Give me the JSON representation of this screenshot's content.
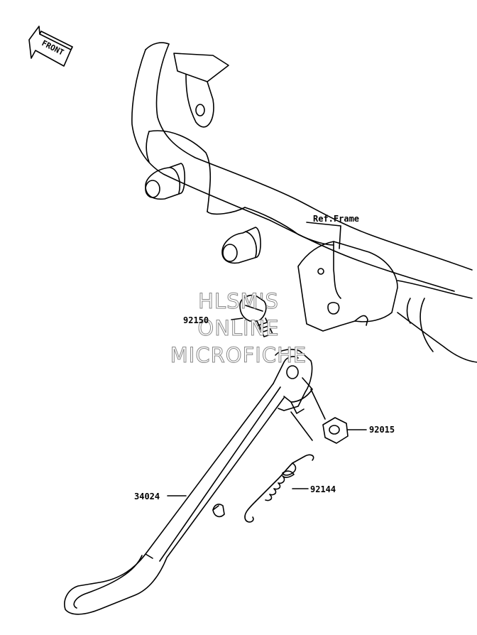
{
  "direction_marker": {
    "text": "FRONT"
  },
  "reference": {
    "frame_label": "Ref.Frame"
  },
  "parts": [
    {
      "number": "92150"
    },
    {
      "number": "92015"
    },
    {
      "number": "92144"
    },
    {
      "number": "34024"
    }
  ],
  "watermark": {
    "lines": [
      "HLSM'S",
      "ONLINE",
      "MICROFICHE"
    ]
  },
  "colors": {
    "line": "#000000",
    "background": "#ffffff",
    "watermark_outline": "#8a8a8a"
  }
}
